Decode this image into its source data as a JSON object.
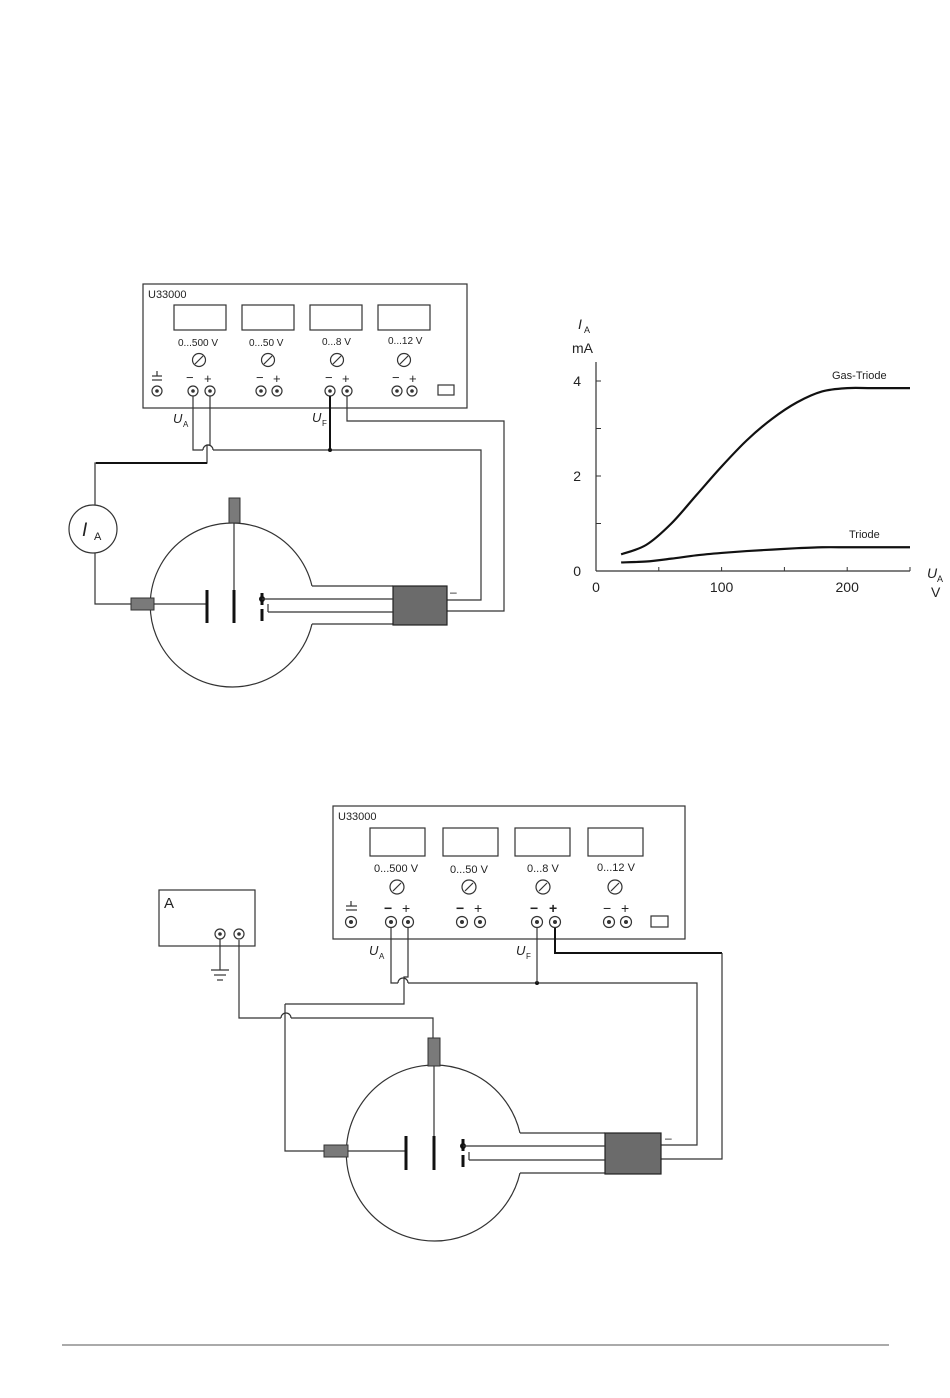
{
  "supply": {
    "model": "U33000",
    "ranges": [
      "0...500 V",
      "0...50 V",
      "0...8 V",
      "0...12 V"
    ],
    "label_anode": "U",
    "label_anode_sub": "A",
    "label_filament": "U",
    "label_filament_sub": "F",
    "minus": "−",
    "plus": "+"
  },
  "circuit1": {
    "ammeter_symbol": "I",
    "ammeter_sub": "A",
    "terminal_minus": "–"
  },
  "circuit2": {
    "ammeter_label": "A",
    "terminal_minus": "–"
  },
  "chart_data": {
    "type": "line",
    "ylabel": "I",
    "ylabel_sub": "A",
    "yunit": "mA",
    "xlabel": "U",
    "xlabel_sub": "A",
    "xunit": "V",
    "xlim": [
      0,
      250
    ],
    "ylim": [
      0,
      4.2
    ],
    "xticks": [
      0,
      100,
      200
    ],
    "yticks": [
      0,
      2,
      4
    ],
    "series": [
      {
        "name": "Gas-Triode",
        "x": [
          20,
          40,
          60,
          80,
          100,
          120,
          140,
          160,
          180,
          200,
          220,
          250
        ],
        "y": [
          0.35,
          0.55,
          1.0,
          1.6,
          2.2,
          2.75,
          3.2,
          3.55,
          3.78,
          3.85,
          3.85,
          3.85
        ]
      },
      {
        "name": "Triode",
        "x": [
          20,
          40,
          60,
          80,
          100,
          120,
          140,
          160,
          180,
          200,
          220,
          250
        ],
        "y": [
          0.18,
          0.2,
          0.26,
          0.33,
          0.38,
          0.42,
          0.45,
          0.48,
          0.5,
          0.5,
          0.5,
          0.5
        ]
      }
    ]
  }
}
